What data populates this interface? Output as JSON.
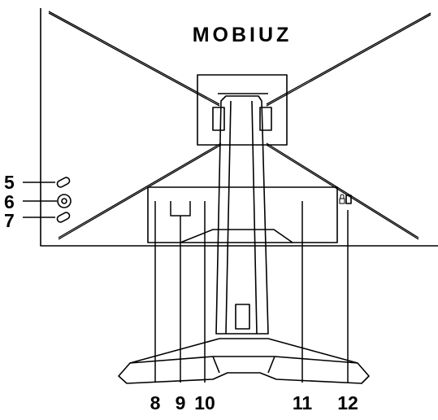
{
  "figure": {
    "brand": "MOBIUZ",
    "callouts": {
      "c5": "5",
      "c6": "6",
      "c7": "7",
      "c8": "8",
      "c9": "9",
      "c10": "10",
      "c11": "11",
      "c12": "12"
    },
    "parts": [
      "monitor-back-panel",
      "stand-neck",
      "stand-base",
      "buttons",
      "rear-ports",
      "security-slot"
    ]
  }
}
